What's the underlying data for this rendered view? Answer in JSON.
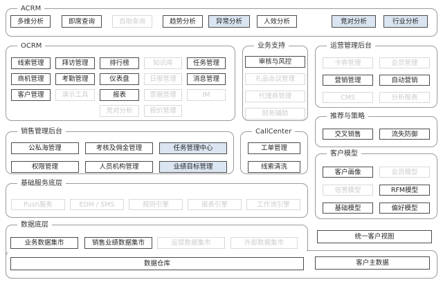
{
  "colors": {
    "highlight_fill": "#dbe5f1",
    "normal_border": "#4a4a4a",
    "disabled_border": "#d8d8d8",
    "disabled_text": "#cccccc",
    "group_border": "#999999",
    "text": "#262626",
    "background": "#ffffff"
  },
  "acrm": {
    "label": "ACRM",
    "items": [
      {
        "label": "多维分析",
        "state": "normal"
      },
      {
        "label": "即席查询",
        "state": "normal"
      },
      {
        "label": "自助查询",
        "state": "disabled"
      },
      {
        "label": "趋势分析",
        "state": "normal"
      },
      {
        "label": "异常分析",
        "state": "highlight"
      },
      {
        "label": "人效分析",
        "state": "normal"
      },
      {
        "label": "竞对分析",
        "state": "highlight"
      },
      {
        "label": "行业分析",
        "state": "highlight"
      }
    ]
  },
  "ocrm": {
    "label": "OCRM",
    "items": [
      {
        "label": "线索管理",
        "state": "normal"
      },
      {
        "label": "拜访管理",
        "state": "normal"
      },
      {
        "label": "排行榜",
        "state": "normal"
      },
      {
        "label": "知识库",
        "state": "disabled"
      },
      {
        "label": "任务管理",
        "state": "normal"
      },
      {
        "label": "商机管理",
        "state": "normal"
      },
      {
        "label": "考勤管理",
        "state": "normal"
      },
      {
        "label": "仪表盘",
        "state": "normal"
      },
      {
        "label": "日报管理",
        "state": "disabled"
      },
      {
        "label": "消息管理",
        "state": "normal"
      },
      {
        "label": "客户管理",
        "state": "normal"
      },
      {
        "label": "演示工具",
        "state": "disabled"
      },
      {
        "label": "报表",
        "state": "normal"
      },
      {
        "label": "票据管理",
        "state": "disabled"
      },
      {
        "label": "IM",
        "state": "disabled"
      },
      {
        "label": "竞对分析",
        "state": "disabled"
      },
      {
        "label": "报价管理",
        "state": "disabled"
      }
    ]
  },
  "biz_support": {
    "label": "业务支持",
    "items": [
      {
        "label": "审核与风控",
        "state": "normal"
      },
      {
        "label": "礼品会议管理",
        "state": "disabled"
      },
      {
        "label": "代理商管理",
        "state": "disabled"
      },
      {
        "label": "财务辅助",
        "state": "disabled"
      }
    ]
  },
  "ops_admin": {
    "label": "运营管理后台",
    "items": [
      {
        "label": "卡券管理",
        "state": "disabled"
      },
      {
        "label": "会员管理",
        "state": "disabled"
      },
      {
        "label": "营销管理",
        "state": "normal"
      },
      {
        "label": "自动营销",
        "state": "normal"
      },
      {
        "label": "CMS",
        "state": "disabled"
      },
      {
        "label": "分析报表",
        "state": "disabled"
      }
    ]
  },
  "sales_admin": {
    "label": "销售管理后台",
    "items": [
      {
        "label": "公私海管理",
        "state": "normal"
      },
      {
        "label": "考核及佣金管理",
        "state": "normal"
      },
      {
        "label": "任务管理中心",
        "state": "highlight"
      },
      {
        "label": "权限管理",
        "state": "normal"
      },
      {
        "label": "人员机构管理",
        "state": "normal"
      },
      {
        "label": "业绩目标管理",
        "state": "highlight"
      }
    ]
  },
  "callcenter": {
    "label": "CallCenter",
    "items": [
      {
        "label": "工单管理",
        "state": "normal"
      },
      {
        "label": "线索清洗",
        "state": "normal"
      }
    ]
  },
  "reco": {
    "label": "推荐与策略",
    "items": [
      {
        "label": "交叉销售",
        "state": "normal"
      },
      {
        "label": "流失防御",
        "state": "normal"
      }
    ]
  },
  "cust_model": {
    "label": "客户模型",
    "items": [
      {
        "label": "客户画像",
        "state": "normal"
      },
      {
        "label": "会员模型",
        "state": "disabled"
      },
      {
        "label": "信誉模型",
        "state": "disabled"
      },
      {
        "label": "RFM模型",
        "state": "normal"
      },
      {
        "label": "基础模型",
        "state": "normal"
      },
      {
        "label": "偏好模型",
        "state": "normal"
      }
    ]
  },
  "base_services": {
    "label": "基础服务底层",
    "items": [
      {
        "label": "Push服务",
        "state": "disabled"
      },
      {
        "label": "EDM / SMS",
        "state": "disabled"
      },
      {
        "label": "规则引擎",
        "state": "disabled"
      },
      {
        "label": "报表引擎",
        "state": "disabled"
      },
      {
        "label": "工作流引擎",
        "state": "disabled"
      }
    ]
  },
  "data_layer": {
    "label": "数据底层",
    "marts": [
      {
        "label": "业务数据集市",
        "state": "normal"
      },
      {
        "label": "销售业绩数据集市",
        "state": "normal"
      },
      {
        "label": "运营数据集市",
        "state": "disabled"
      },
      {
        "label": "外部数据集市",
        "state": "disabled"
      }
    ],
    "warehouse": {
      "label": "数据仓库",
      "state": "normal"
    },
    "customer_master": {
      "label": "客户主数据",
      "state": "normal"
    }
  },
  "unified_view": {
    "label": "统一客户视图",
    "state": "normal"
  }
}
